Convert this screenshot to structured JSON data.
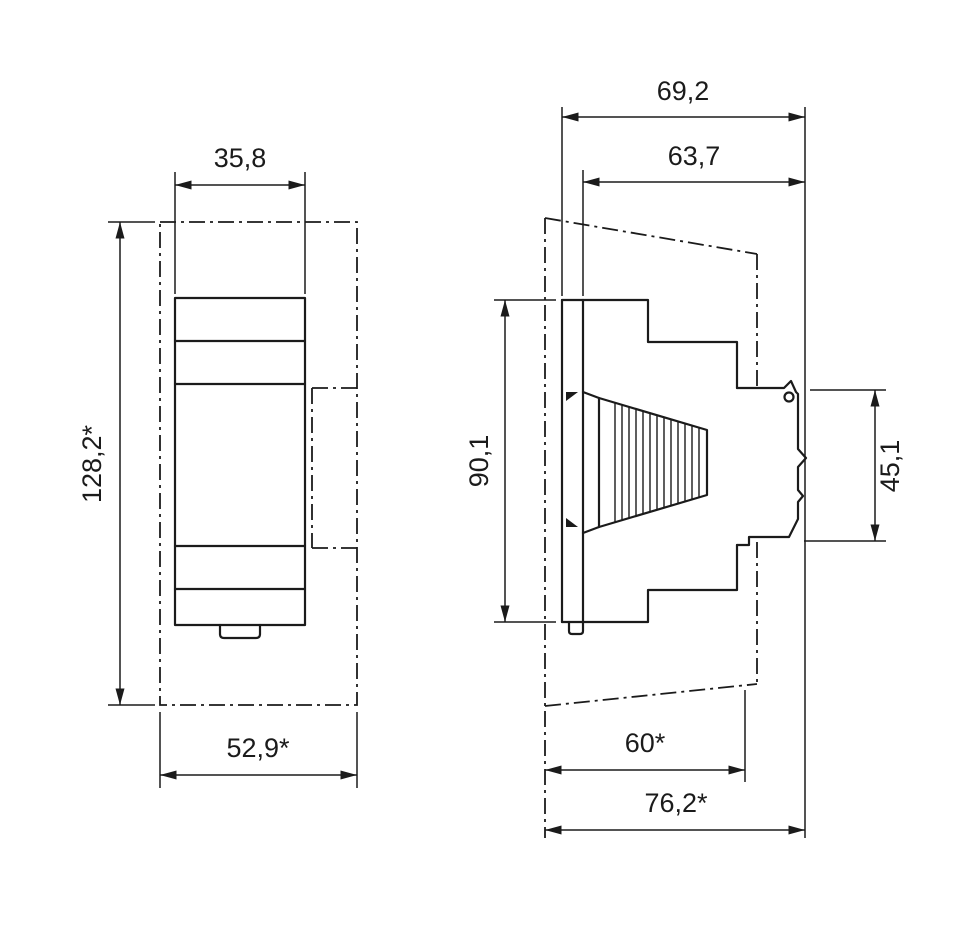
{
  "style": {
    "line_color": "#1b1b1b",
    "background": "#ffffff"
  },
  "front_view": {
    "dim_width_top": "35,8",
    "dim_height": "128,2*",
    "dim_width_bottom": "52,9*"
  },
  "side_view": {
    "dim_depth_total": "69,2",
    "dim_depth_body": "63,7",
    "dim_height_front": "90,1",
    "dim_clip_height": "45,1",
    "dim_depth_lower": "60*",
    "dim_depth_overall": "76,2*"
  }
}
